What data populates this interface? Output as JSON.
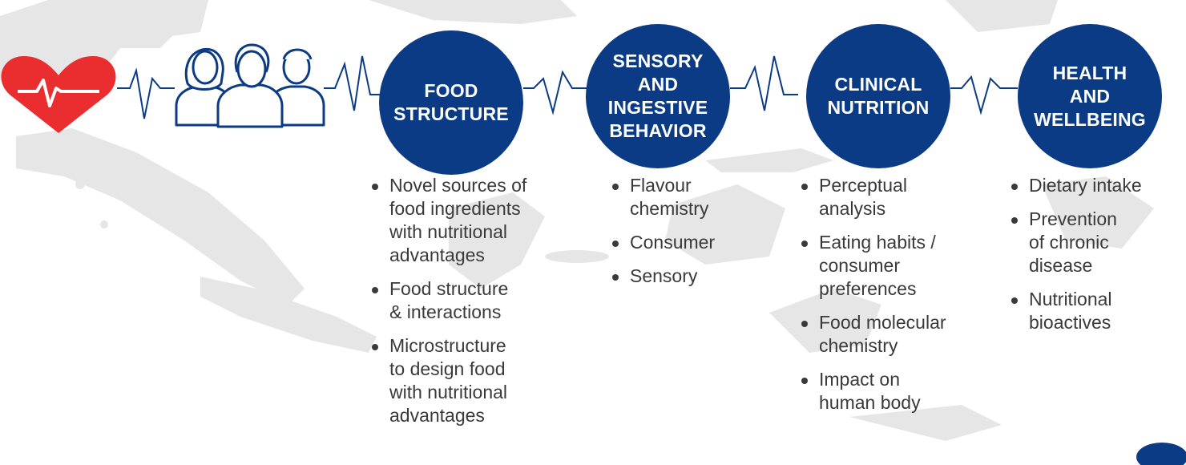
{
  "colors": {
    "circle": "#0c3b85",
    "heart": "#ea2d2e",
    "map": "#e6e6e6",
    "line": "#0c3b85",
    "text": "#3a3a3a"
  },
  "icons": [
    "heart-pulse-icon",
    "people-group-icon"
  ],
  "topics": [
    {
      "title": "Food\nStructure",
      "items": [
        "Novel sources of\nfood ingredients\nwith nutritional\nadvantages",
        "Food structure\n& interactions",
        "Microstructure\nto design food\nwith nutritional\nadvantages"
      ]
    },
    {
      "title": "Sensory\nand\nIngestive\nBehavior",
      "items": [
        "Flavour\nchemistry",
        "Consumer",
        "Sensory"
      ]
    },
    {
      "title": "Clinical\nNutrition",
      "items": [
        "Perceptual\nanalysis",
        "Eating habits /\nconsumer\npreferences",
        "Food molecular\nchemistry",
        "Impact on\nhuman body"
      ]
    },
    {
      "title": "Health\nand\nWellbeing",
      "items": [
        "Dietary intake",
        "Prevention\nof chronic\ndisease",
        "Nutritional\nbioactives"
      ]
    }
  ]
}
